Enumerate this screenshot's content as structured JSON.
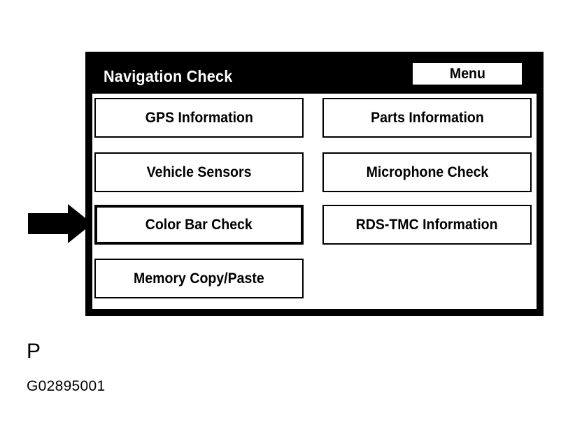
{
  "screen": {
    "title": "Navigation Check",
    "menu_button_label": "Menu",
    "title_bar_bg": "#000000",
    "title_text_color": "#ffffff",
    "panel_border_color": "#000000",
    "panel_bg": "#ffffff"
  },
  "buttons": {
    "left_column": [
      {
        "label": "GPS Information",
        "selected": false
      },
      {
        "label": "Vehicle Sensors",
        "selected": false
      },
      {
        "label": "Color Bar Check",
        "selected": true
      },
      {
        "label": "Memory Copy/Paste",
        "selected": false
      }
    ],
    "right_column": [
      {
        "label": "Parts Information",
        "selected": false
      },
      {
        "label": "Microphone Check",
        "selected": false
      },
      {
        "label": "RDS-TMC Information",
        "selected": false
      }
    ]
  },
  "annotation": {
    "arrow_icon": "right-arrow-icon",
    "arrow_color": "#000000",
    "arrow_points_to": "Color Bar Check"
  },
  "caption": {
    "letter": "P",
    "code": "G02895001"
  }
}
